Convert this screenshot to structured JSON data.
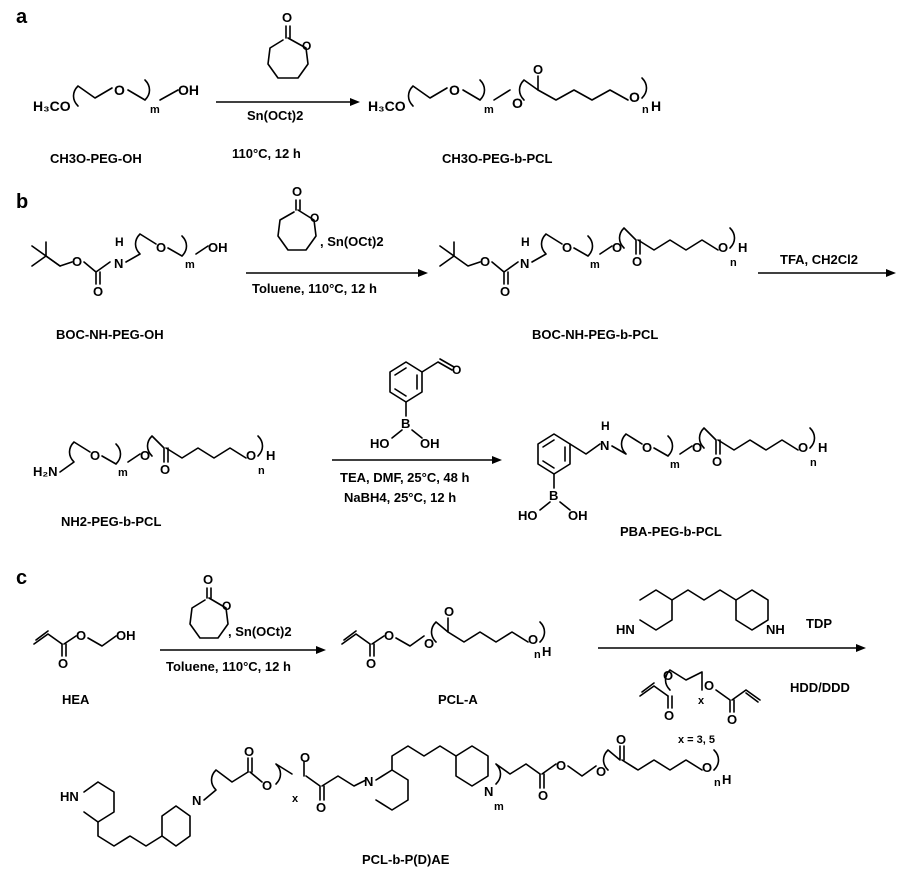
{
  "panels": {
    "a": "a",
    "b": "b",
    "c": "c"
  },
  "panel_a": {
    "reactant_formula": "H3CO(O)m OH",
    "reactant_name": "CH3O-PEG-OH",
    "reagent_catalyst": "Sn(OCt)2",
    "reagent_conditions": "110°C, 12 h",
    "product_name": "CH3O-PEG-b-PCL"
  },
  "panel_b": {
    "reactant_name": "BOC-NH-PEG-OH",
    "step1_catalyst": ", Sn(OCt)2",
    "step1_conditions": "Toluene, 110°C, 12 h",
    "intermediate_name": "BOC-NH-PEG-b-PCL",
    "step2_reagent": "TFA, CH2Cl2",
    "amine_name": "NH2-PEG-b-PCL",
    "step3_conditions_1": "TEA, DMF, 25°C, 48 h",
    "step3_conditions_2": "NaBH4, 25°C, 12 h",
    "product_name": "PBA-PEG-b-PCL"
  },
  "panel_c": {
    "reactant_name": "HEA",
    "step1_catalyst": ", Sn(OCt)2",
    "step1_conditions": "Toluene, 110°C, 12 h",
    "intermediate_name": "PCL-A",
    "tdp_label": "TDP",
    "diacrylate_label": "HDD/DDD",
    "x_values": "x = 3, 5",
    "product_name": "PCL-b-P(D)AE"
  },
  "atom_labels": {
    "H3CO": "H3CO",
    "O": "O",
    "OH": "OH",
    "H": "H",
    "N": "N",
    "NH": "NH",
    "HN": "HN",
    "B": "B",
    "HO": "HO",
    "H2N": "H2N",
    "m": "m",
    "n": "n",
    "x": "x"
  }
}
